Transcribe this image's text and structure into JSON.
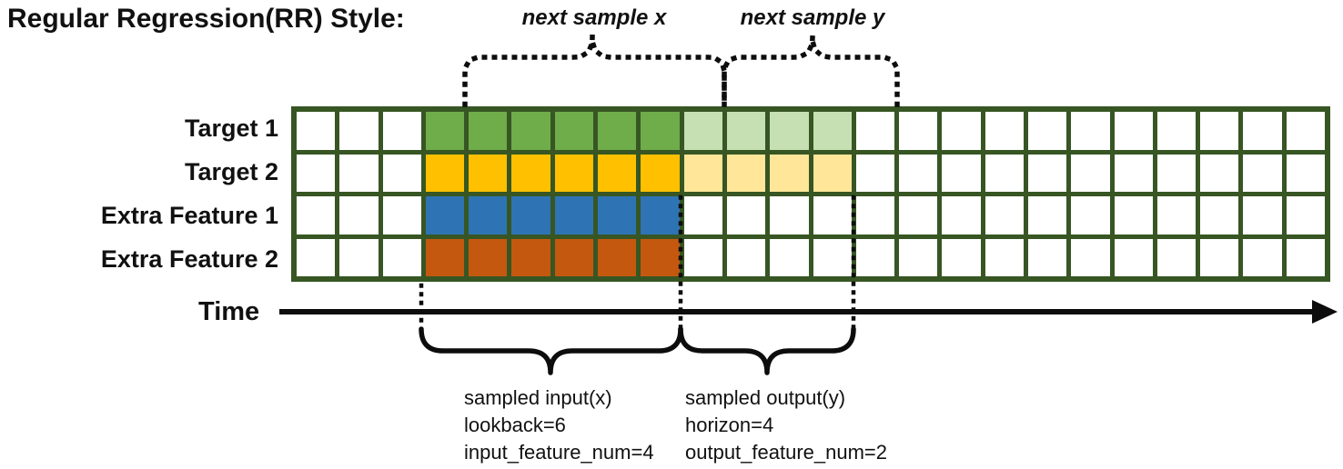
{
  "title": "Regular Regression(RR) Style:",
  "colors": {
    "grid_line": "#375623",
    "input_green": "#6FAC4A",
    "input_gold": "#FFC000",
    "input_blue": "#2E74B5",
    "input_orange": "#C5580F",
    "output_green": "#C6E0B4",
    "output_gold": "#FFE699",
    "empty": "#FFFFFF",
    "line_black": "#0d0d0d"
  },
  "grid": {
    "total_cols": 24,
    "lead_cols": 3,
    "lookback": 6,
    "horizon": 4,
    "rows": [
      {
        "label": "Target 1",
        "input_color_key": "input_green",
        "output_color_key": "output_green",
        "has_output": true
      },
      {
        "label": "Target 2",
        "input_color_key": "input_gold",
        "output_color_key": "output_gold",
        "has_output": true
      },
      {
        "label": "Extra Feature 1",
        "input_color_key": "input_blue",
        "output_color_key": "empty",
        "has_output": false
      },
      {
        "label": "Extra Feature 2",
        "input_color_key": "input_orange",
        "output_color_key": "empty",
        "has_output": false
      }
    ]
  },
  "axis": {
    "label": "Time"
  },
  "top_braces": {
    "next_x_label": "next sample x",
    "next_y_label": "next sample y"
  },
  "annotations": {
    "input": {
      "line1": "sampled input(x)",
      "line2": "lookback=6",
      "line3": "input_feature_num=4"
    },
    "output": {
      "line1": "sampled output(y)",
      "line2": "horizon=4",
      "line3": "output_feature_num=2"
    }
  }
}
